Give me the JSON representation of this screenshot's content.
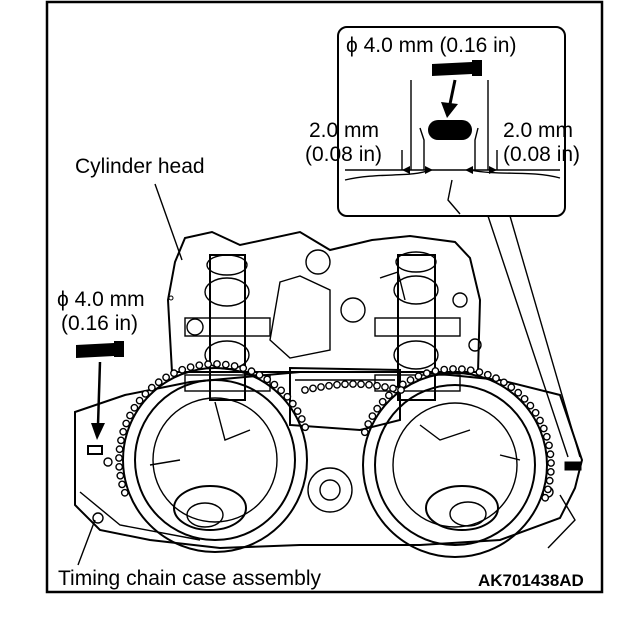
{
  "labels": {
    "cylinder_head": "Cylinder head",
    "pin_dia_left_mm": "ϕ 4.0 mm",
    "pin_dia_left_in": "(0.16 in)",
    "pin_dia_detail": "ϕ 4.0 mm (0.16 in)",
    "gap_left_mm": "2.0 mm",
    "gap_left_in": "(0.08 in)",
    "gap_right_mm": "2.0 mm",
    "gap_right_in": "(0.08 in)",
    "timing_case": "Timing chain case assembly",
    "figure_code": "AK701438AD"
  },
  "icons": [
    "locating-pin-icon",
    "insert-arrow-icon"
  ]
}
